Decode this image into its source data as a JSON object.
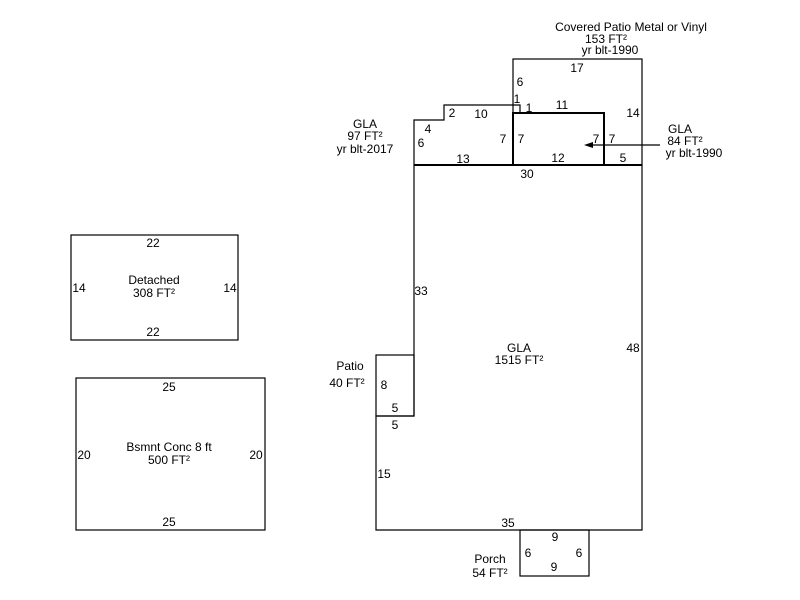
{
  "areas": {
    "covered_patio": {
      "name": "Covered Patio Metal or Vinyl",
      "area": "153 FT²",
      "year": "yr blt-1990",
      "dims": [
        "17",
        "14",
        "6",
        "1"
      ]
    },
    "gla_97": {
      "name": "GLA",
      "area": "97 FT²",
      "year": "yr blt-2017",
      "dims": [
        "4",
        "2",
        "10",
        "1",
        "7",
        "13",
        "6"
      ]
    },
    "gla_84": {
      "name": "GLA",
      "area": "84 FT²",
      "year": "yr blt-1990",
      "dims": [
        "11",
        "7",
        "12",
        "7",
        "7",
        "5"
      ]
    },
    "gla_main": {
      "name": "GLA",
      "area": "1515 FT²",
      "dims": [
        "30",
        "33",
        "48",
        "35",
        "15",
        "5"
      ]
    },
    "patio": {
      "name": "Patio",
      "area": "40 FT²",
      "dims": [
        "8",
        "5"
      ]
    },
    "porch": {
      "name": "Porch",
      "area": "54 FT²",
      "dims": [
        "9",
        "6",
        "6",
        "9"
      ]
    },
    "detached": {
      "name": "Detached",
      "area": "308 FT²",
      "dims": [
        "22",
        "14",
        "14",
        "22"
      ]
    },
    "basement": {
      "name": "Bsmnt Conc 8 ft",
      "area": "500 FT²",
      "dims": [
        "25",
        "20",
        "20",
        "25"
      ]
    }
  }
}
